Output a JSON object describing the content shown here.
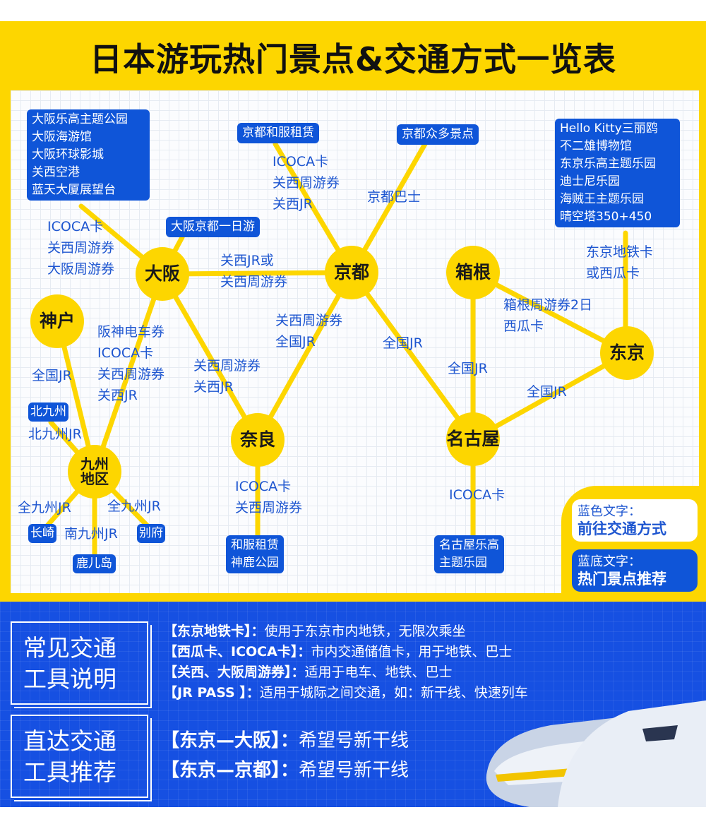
{
  "title": "日本游玩热门景点&交通方式一览表",
  "nodes": {
    "osaka": "大阪",
    "kyoto": "京都",
    "hakone": "箱根",
    "tokyo": "东京",
    "nagoya": "名古屋",
    "nara": "奈良",
    "kobe": "神户",
    "kyushu": "九州地区"
  },
  "spots": {
    "osaka": [
      "大阪乐高主题公园",
      "大阪海游馆",
      "大阪环球影城",
      "关西空港",
      "蓝天大厦展望台"
    ],
    "osaka_kyoto_day": "大阪京都一日游",
    "kyoto_kimono": "京都和服租赁",
    "kyoto_many": "京都众多景点",
    "tokyo": [
      "Hello Kitty三丽鸥",
      "不二雄博物馆",
      "东京乐高主题乐园",
      "迪士尼乐园",
      "海贼王主题乐园",
      "晴空塔350+450"
    ],
    "kitakyushu": "北九州",
    "nagasaki": "长崎",
    "beppu": "别府",
    "kagoshima": "鹿儿岛",
    "nara": [
      "和服租赁",
      "神鹿公园"
    ],
    "nagoya": [
      "名古屋乐高",
      "主题乐园"
    ]
  },
  "routes": {
    "osaka_spots": [
      "ICOCA卡",
      "关西周游券",
      "大阪周游券"
    ],
    "osaka_kyoto": [
      "关西JR或",
      "关西周游券"
    ],
    "kyoto_kimono": [
      "ICOCA卡",
      "关西周游券",
      "关西JR"
    ],
    "kyoto_many": "京都巴士",
    "kyoto_nara": [
      "关西周游券",
      "全国JR"
    ],
    "kyoto_nagoya": "全国JR",
    "osaka_nara": [
      "关西周游券",
      "关西JR"
    ],
    "osaka_kyushu": [
      "阪神电车券",
      "ICOCA卡",
      "关西周游券",
      "关西JR"
    ],
    "kobe_kyushu": "全国JR",
    "kitakyushu": "北九州JR",
    "nagasaki": "全九州JR",
    "beppu": "全九州JR",
    "kagoshima": "南九州JR",
    "nara_spots": [
      "ICOCA卡",
      "关西周游券"
    ],
    "hakone_nagoya": "全国JR",
    "hakone_tokyo": [
      "箱根周游券2日",
      "西瓜卡"
    ],
    "tokyo_spots": [
      "东京地铁卡",
      "或西瓜卡"
    ],
    "tokyo_nagoya": "全国JR",
    "nagoya_spots": "ICOCA卡"
  },
  "legend": {
    "blue_text_label": "蓝色文字：",
    "blue_text_meaning": "前往交通方式",
    "blue_bg_label": "蓝底文字：",
    "blue_bg_meaning": "热门景点推荐"
  },
  "bottom": {
    "common_heading": [
      "常见交通",
      "工具说明"
    ],
    "common_items": [
      {
        "key": "【东京地铁卡】：",
        "desc": "使用于东京市内地铁，无限次乘坐"
      },
      {
        "key": "【西瓜卡、ICOCA卡】：",
        "desc": "市内交通储值卡，用于地铁、巴士"
      },
      {
        "key": "【关西、大阪周游券】：",
        "desc": "适用于电车、地铁、巴士"
      },
      {
        "key": "【JR PASS 】：",
        "desc": "适用于城际之间交通，如：新干线、快速列车"
      }
    ],
    "direct_heading": [
      "直达交通",
      "工具推荐"
    ],
    "direct_items": [
      {
        "key": "【东京—大阪】：",
        "desc": "希望号新干线"
      },
      {
        "key": "【东京—京都】：",
        "desc": "希望号新干线"
      }
    ]
  },
  "colors": {
    "yellow": "#fdd600",
    "blue": "#0f55d8",
    "text_blue": "#1e56d0"
  }
}
